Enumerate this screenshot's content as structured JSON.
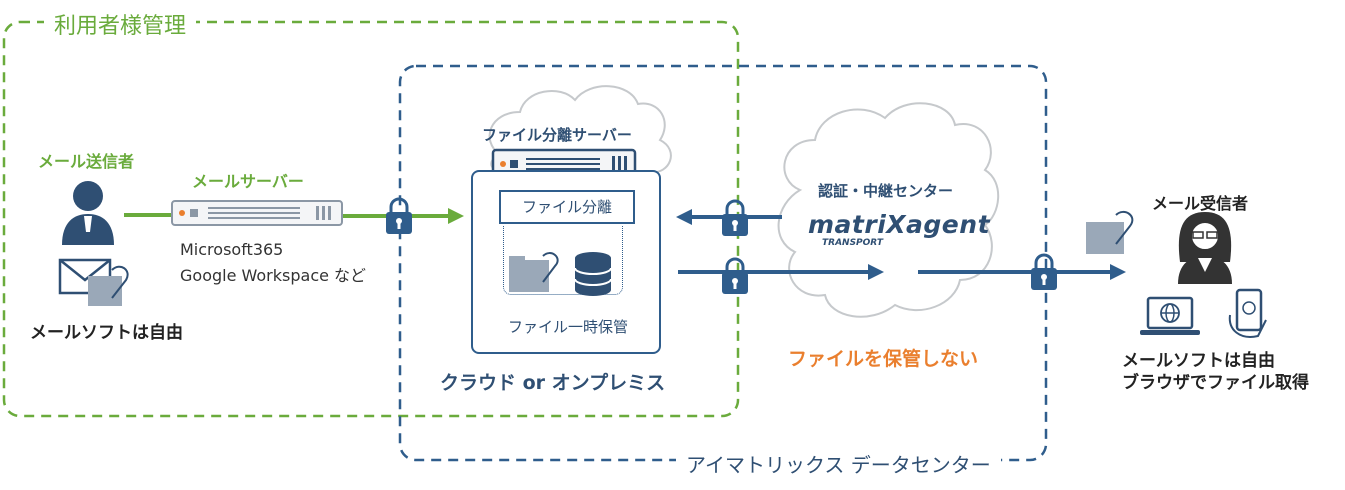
{
  "regions": {
    "user_managed": "利用者様管理",
    "datacenter": "アイマトリックス データセンター"
  },
  "sender": {
    "label": "メール送信者",
    "software": "メールソフトは自由"
  },
  "mail_server": {
    "label": "メールサーバー",
    "line1": "Microsoft365",
    "line2": "Google Workspace など"
  },
  "file_server": {
    "title": "ファイル分離サーバー",
    "separate": "ファイル分離",
    "temp_storage": "ファイル一時保管",
    "deployment": "クラウド or オンプレミス"
  },
  "center": {
    "title": "認証・中継センター",
    "logo_main": "matriXagent",
    "logo_sub": "TRANSPORT",
    "no_storage": "ファイルを保管しない"
  },
  "receiver": {
    "label": "メール受信者",
    "line1": "メールソフトは自由",
    "line2": "ブラウザでファイル取得"
  },
  "colors": {
    "green": "#6aab3c",
    "navy": "#2f5d8c",
    "orange": "#ea7f2e",
    "gray_file": "#9aa8b8"
  }
}
